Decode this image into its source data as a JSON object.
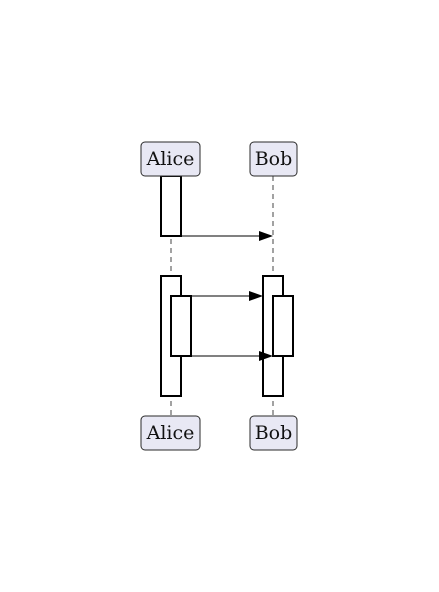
{
  "diagram": {
    "type": "sequence",
    "participants": [
      {
        "id": "alice",
        "label": "Alice"
      },
      {
        "id": "bob",
        "label": "Bob"
      }
    ],
    "messages": [
      {
        "from": "alice",
        "to": "bob",
        "label": ""
      },
      {
        "from": "alice",
        "to": "bob",
        "label": ""
      },
      {
        "from": "alice",
        "to": "bob",
        "label": ""
      }
    ],
    "colors": {
      "participant_fill": "#e8e8f4",
      "participant_stroke": "#2a2a2a",
      "line": "#000000"
    }
  }
}
